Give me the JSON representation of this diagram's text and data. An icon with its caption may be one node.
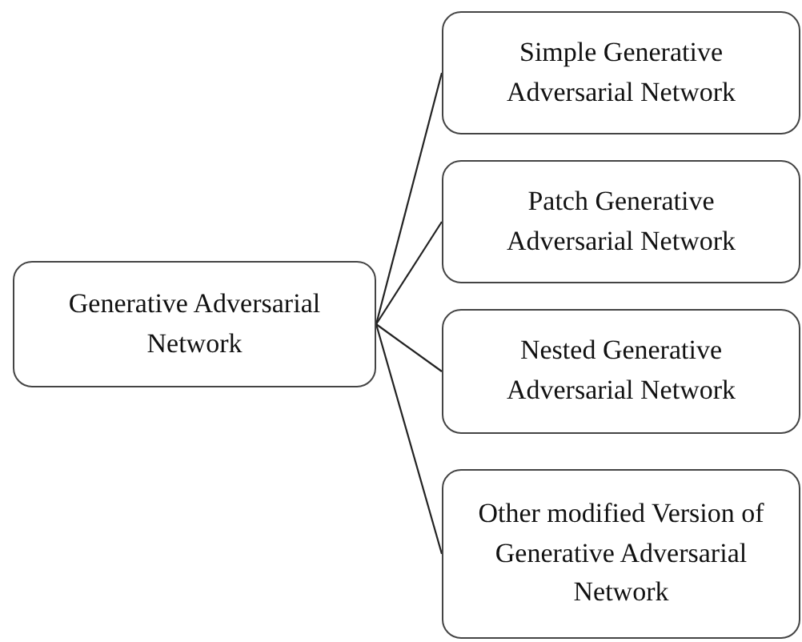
{
  "diagram": {
    "nodes": [
      {
        "text": [
          "Generative Adversarial Network"
        ]
      },
      {
        "text": [
          "Simple Generative Adversarial Network"
        ]
      },
      {
        "text": [
          "Patch Generative Adversarial Network"
        ]
      },
      {
        "text": [
          "Nested Generative Adversarial Network"
        ]
      },
      {
        "text": [
          "Other modified Version of Generative Adversarial Network"
        ]
      }
    ],
    "edges": [
      {
        "from": 0,
        "to": 1,
        "arrow": "none"
      },
      {
        "from": 0,
        "to": 2,
        "arrow": "none"
      },
      {
        "from": 0,
        "to": 3,
        "arrow": "none"
      },
      {
        "from": 0,
        "to": 4,
        "arrow": "none"
      }
    ]
  }
}
